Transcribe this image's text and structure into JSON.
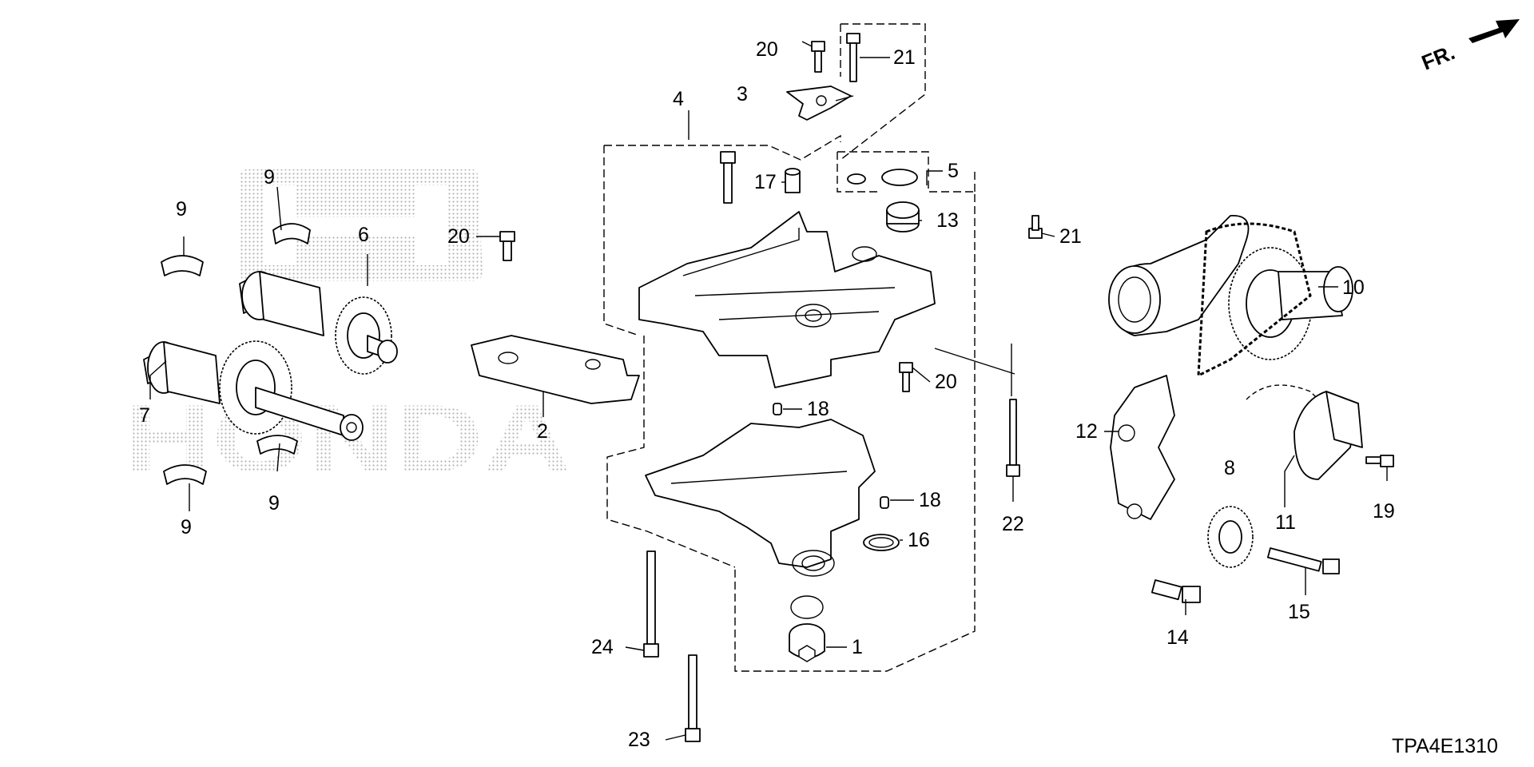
{
  "diagram": {
    "code": "TPA4E1310",
    "direction_label": "FR.",
    "watermark_brand": "HONDA",
    "callouts": [
      {
        "id": "c1",
        "text": "1"
      },
      {
        "id": "c2",
        "text": "2"
      },
      {
        "id": "c3",
        "text": "3"
      },
      {
        "id": "c4",
        "text": "4"
      },
      {
        "id": "c5",
        "text": "5"
      },
      {
        "id": "c6",
        "text": "6"
      },
      {
        "id": "c7",
        "text": "7"
      },
      {
        "id": "c8",
        "text": "8"
      },
      {
        "id": "c9a",
        "text": "9"
      },
      {
        "id": "c9b",
        "text": "9"
      },
      {
        "id": "c9c",
        "text": "9"
      },
      {
        "id": "c9d",
        "text": "9"
      },
      {
        "id": "c10",
        "text": "10"
      },
      {
        "id": "c11",
        "text": "11"
      },
      {
        "id": "c12",
        "text": "12"
      },
      {
        "id": "c13",
        "text": "13"
      },
      {
        "id": "c14",
        "text": "14"
      },
      {
        "id": "c15",
        "text": "15"
      },
      {
        "id": "c16",
        "text": "16"
      },
      {
        "id": "c17",
        "text": "17"
      },
      {
        "id": "c18a",
        "text": "18"
      },
      {
        "id": "c18b",
        "text": "18"
      },
      {
        "id": "c19",
        "text": "19"
      },
      {
        "id": "c20a",
        "text": "20"
      },
      {
        "id": "c20b",
        "text": "20"
      },
      {
        "id": "c20c",
        "text": "20"
      },
      {
        "id": "c21a",
        "text": "21"
      },
      {
        "id": "c21b",
        "text": "21"
      },
      {
        "id": "c22",
        "text": "22"
      },
      {
        "id": "c23",
        "text": "23"
      },
      {
        "id": "c24",
        "text": "24"
      }
    ]
  }
}
